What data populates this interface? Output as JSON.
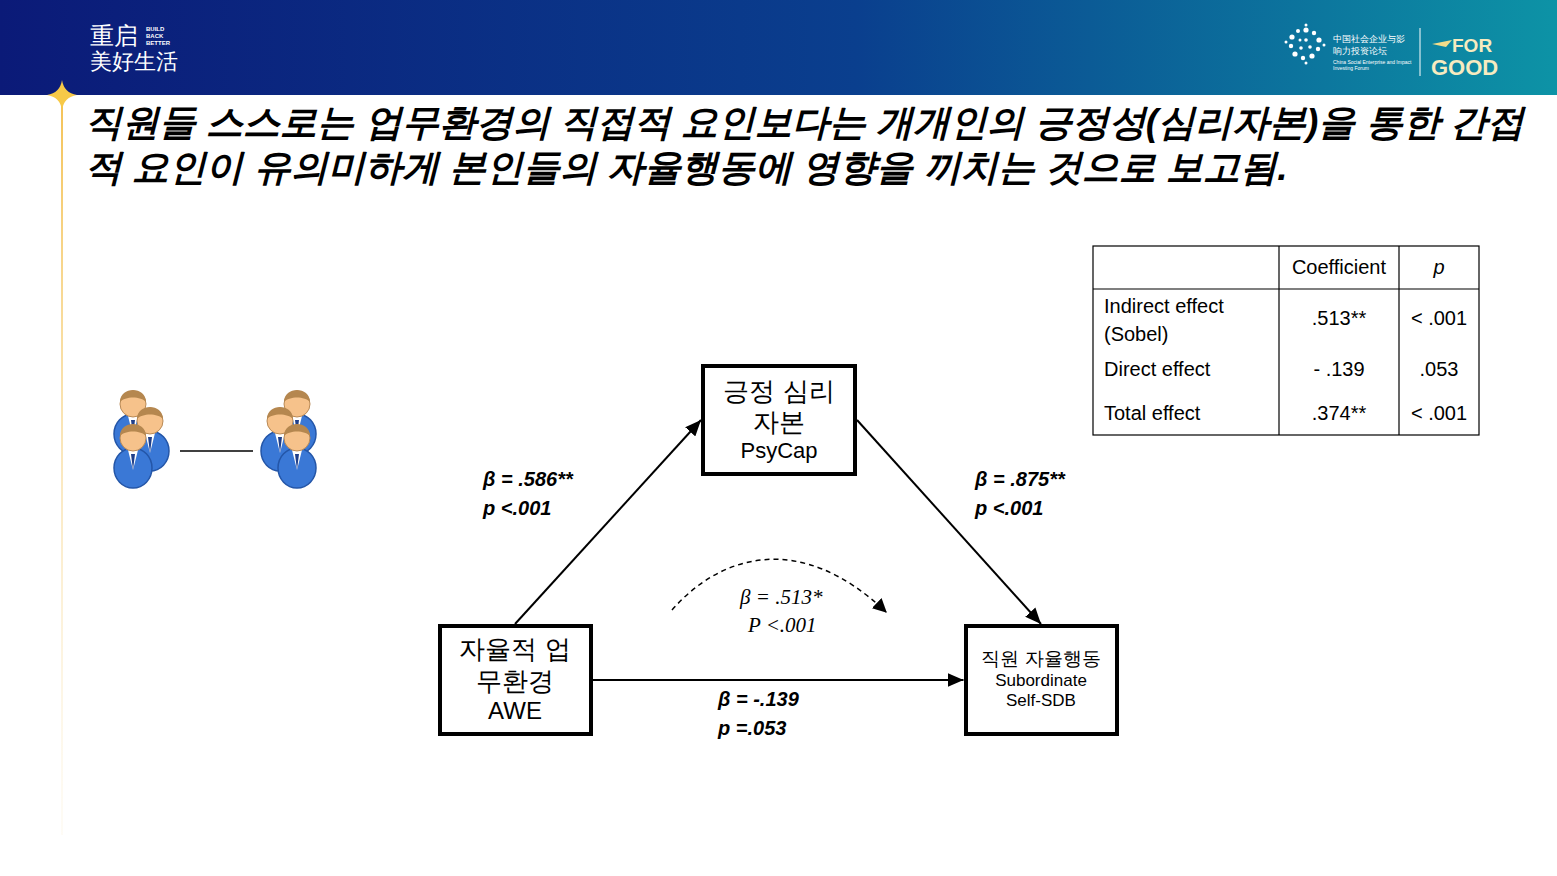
{
  "diagram": {
    "title": "직원들 스스로는 업무환경의 직접적 요인보다는 개개인의 긍정성(심리자본)을 통한 간접적 요인이 유의미하게 본인들의 자율행동에 영향을 끼치는 것으로 보고됨.",
    "nodes": [
      {
        "text": [
          "긍정 심리자본",
          "PsyCap"
        ]
      },
      {
        "text": [
          "자율적 업무환경",
          "AWE"
        ]
      },
      {
        "text": [
          "직원 자율행동",
          "Subordinate Self-SDB"
        ]
      }
    ],
    "edges": [
      {
        "from": 1,
        "to": 0,
        "arrow": "to",
        "label": "β = .586**"
      },
      {
        "from": 0,
        "to": 2,
        "arrow": "to",
        "label": "β = .875**"
      },
      {
        "from": 1,
        "to": 2,
        "arrow": "to",
        "label": "β = -.139"
      }
    ],
    "labels": [
      "重启",
      "BUILD BACK BETTER",
      "美好生活",
      "中国社会企业与影响力投资论坛",
      "China Social Enterprise and Impact Investing Forum",
      "FOR",
      "GOOD",
      "p <.001",
      "p <.001",
      "β = .513*",
      "P <.001",
      "p =.053",
      "Coefficient",
      "p",
      "Indirect effect (Sobel)",
      ".513**",
      "< .001",
      "Direct effect",
      "- .139",
      ".053",
      "Total effect",
      ".374**",
      "< .001"
    ]
  }
}
